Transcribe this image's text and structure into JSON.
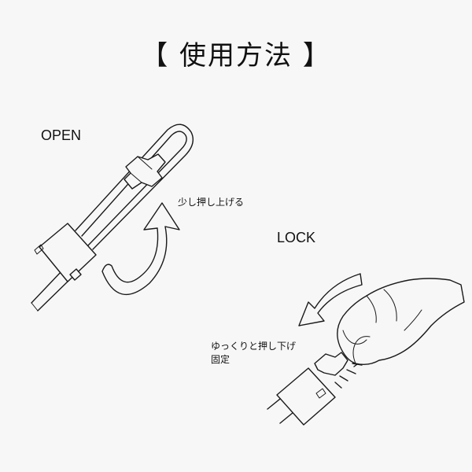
{
  "title": {
    "open_bracket": "【",
    "text": "使用方法",
    "close_bracket": "】"
  },
  "open_section": {
    "label": "OPEN",
    "note": "少し押し上げる"
  },
  "lock_section": {
    "label": "LOCK",
    "note_line1": "ゆっくりと押し下げ",
    "note_line2": "固定"
  }
}
